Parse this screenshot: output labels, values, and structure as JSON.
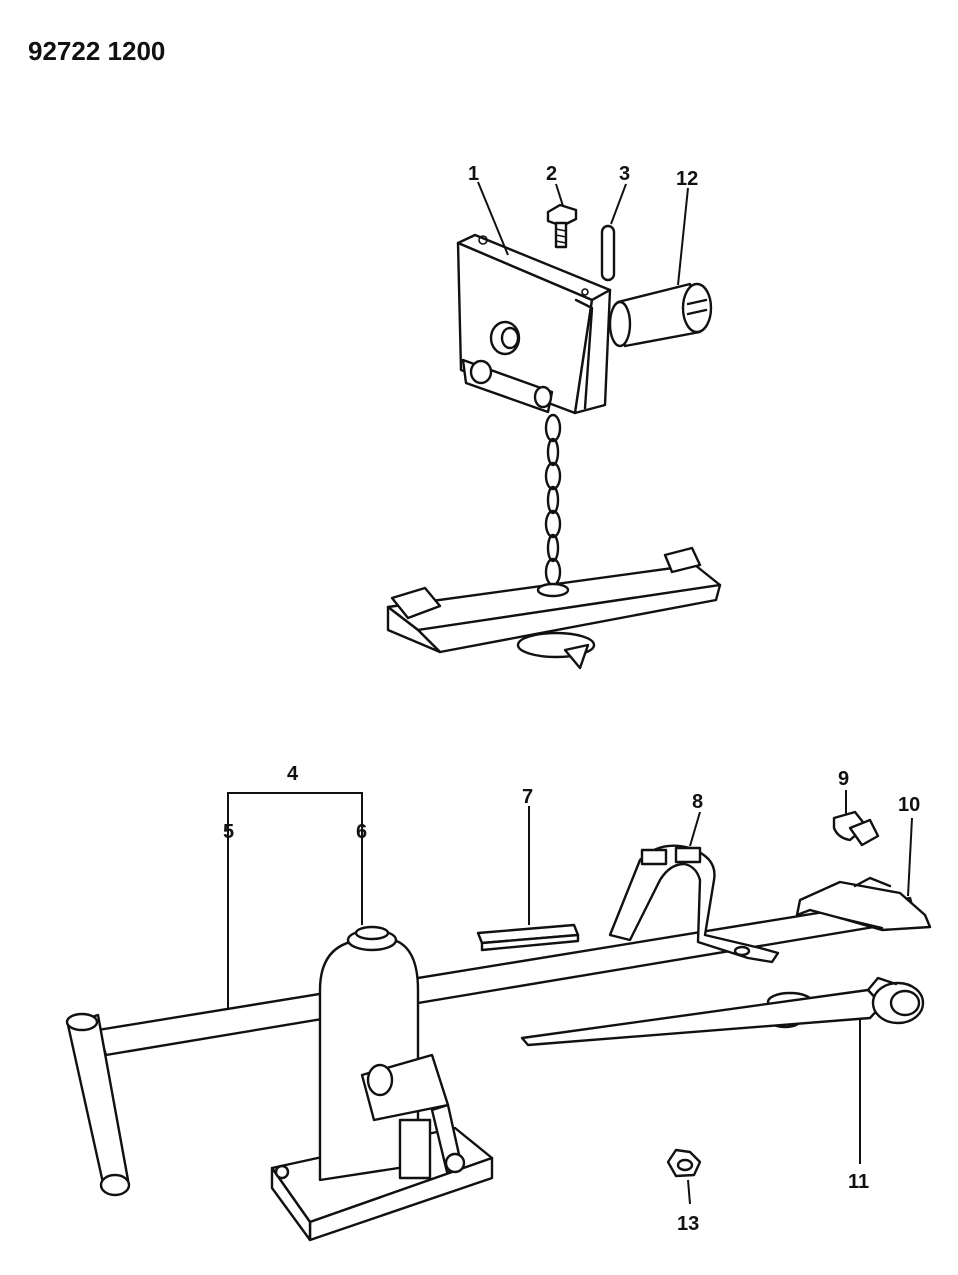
{
  "header": {
    "drawing_number": "92722 1200"
  },
  "callouts": {
    "c1": "1",
    "c2": "2",
    "c3": "3",
    "c4": "4",
    "c5": "5",
    "c6": "6",
    "c7": "7",
    "c8": "8",
    "c9": "9",
    "c10": "10",
    "c11": "11",
    "c12": "12",
    "c13": "13"
  }
}
